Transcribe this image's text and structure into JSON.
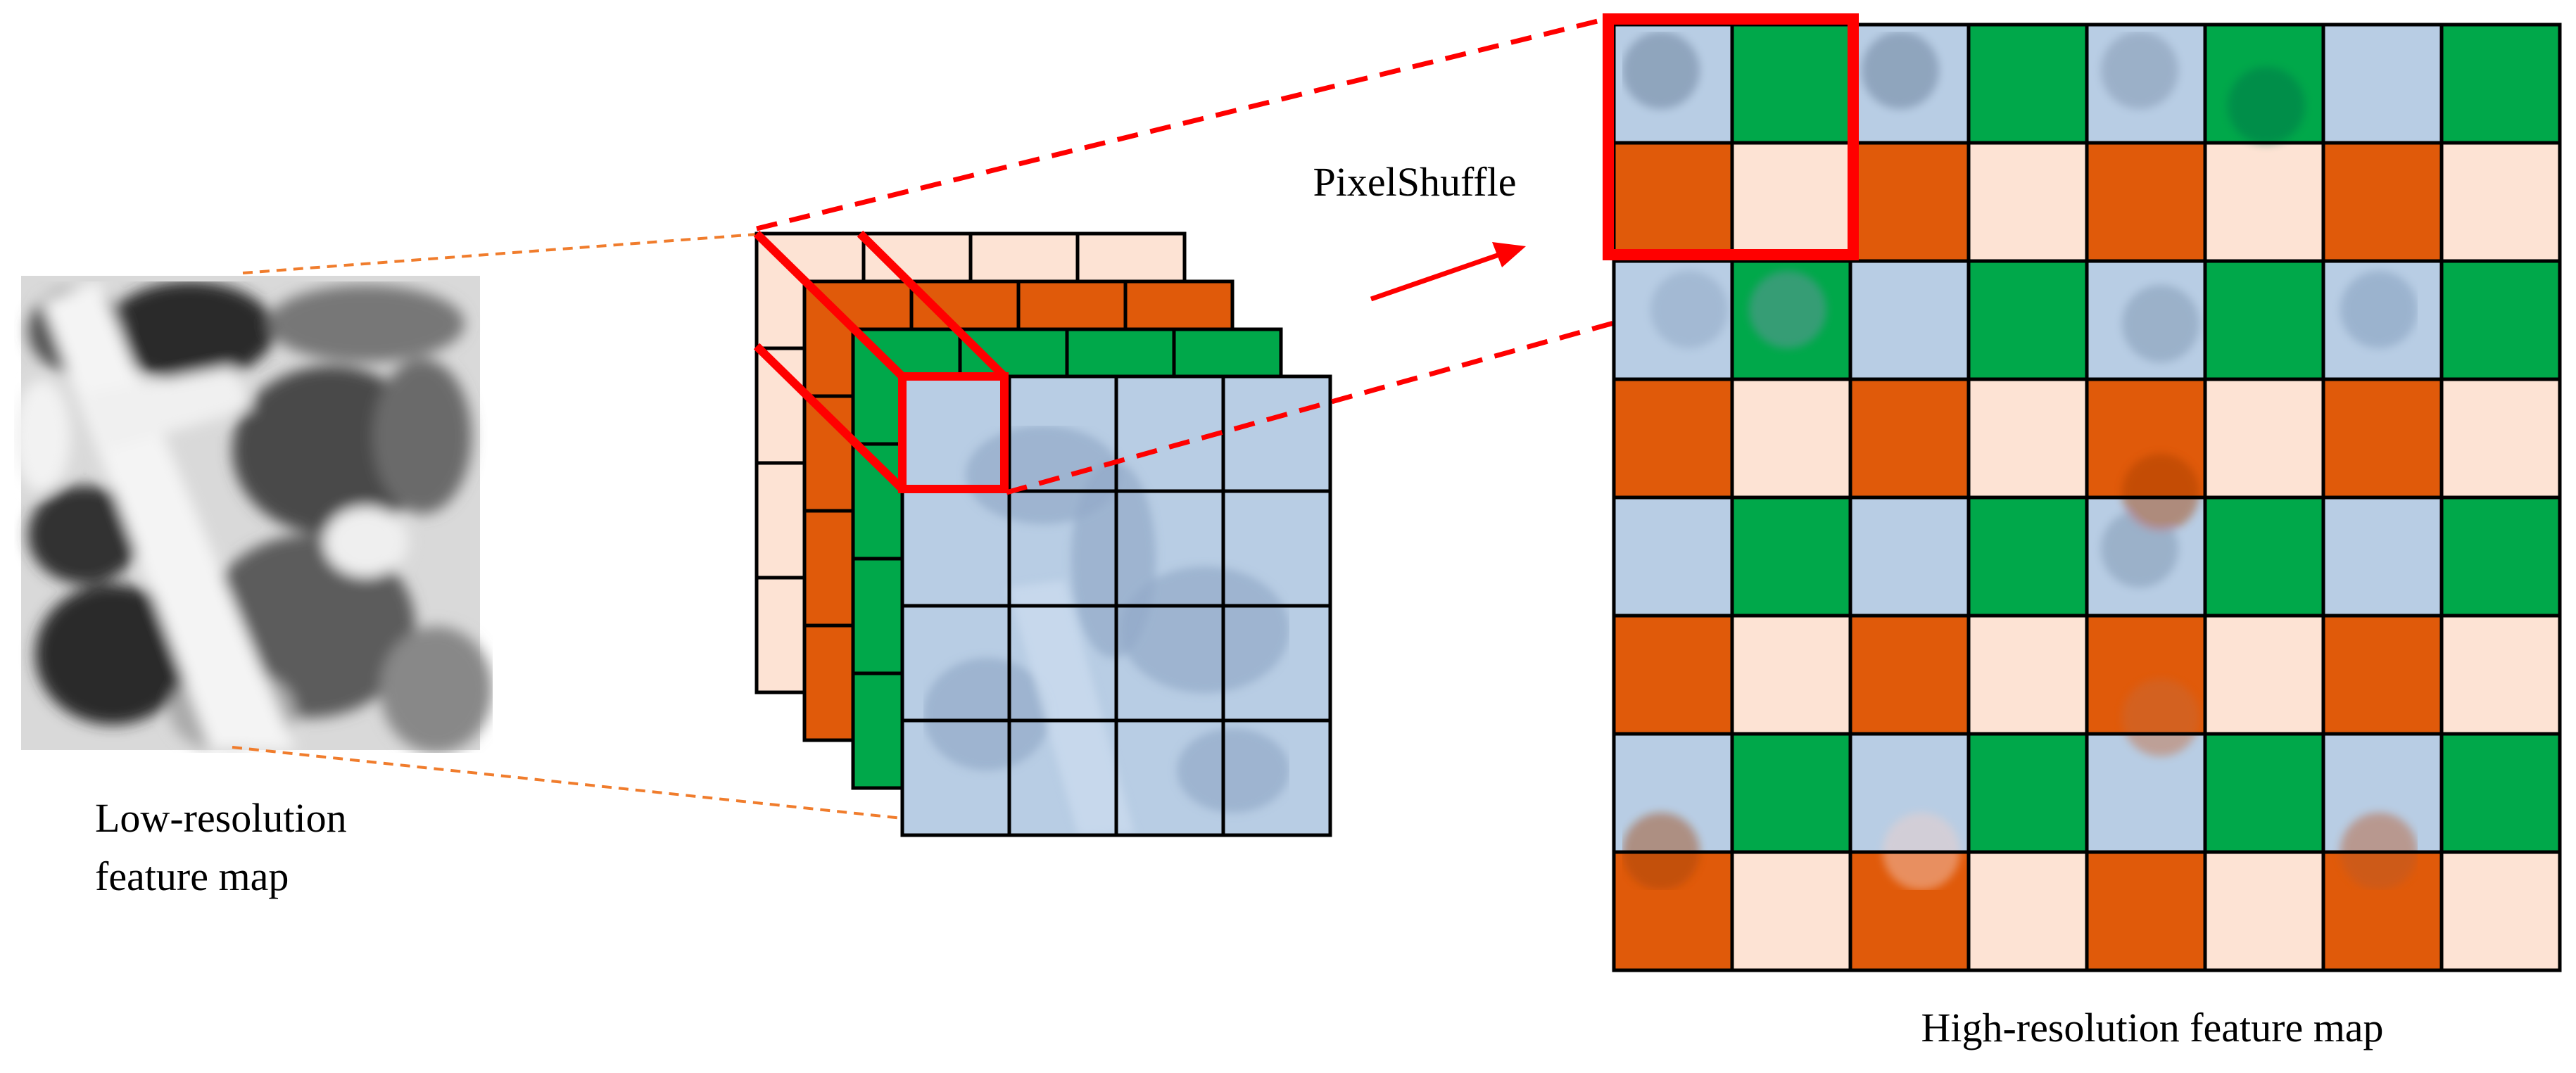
{
  "labels": {
    "low_res_line1": "Low-resolution",
    "low_res_line2": "feature map",
    "operation": "PixelShuffle",
    "high_res": "High-resolution feature map"
  },
  "colors": {
    "channel_1": "#fde3d4",
    "channel_2": "#e05a0a",
    "channel_3": "#00a84a",
    "channel_4": "#b8cde4",
    "highlight": "#ff0000",
    "guide_line": "#f07c2c",
    "grid_line": "#000000"
  },
  "icons": {
    "low_res_image": "grayscale-texture-image",
    "arrow": "right-arrow-icon"
  },
  "structure": {
    "channels": 4,
    "input_grid": 4,
    "upscale_factor": 2,
    "output_grid": 8
  }
}
